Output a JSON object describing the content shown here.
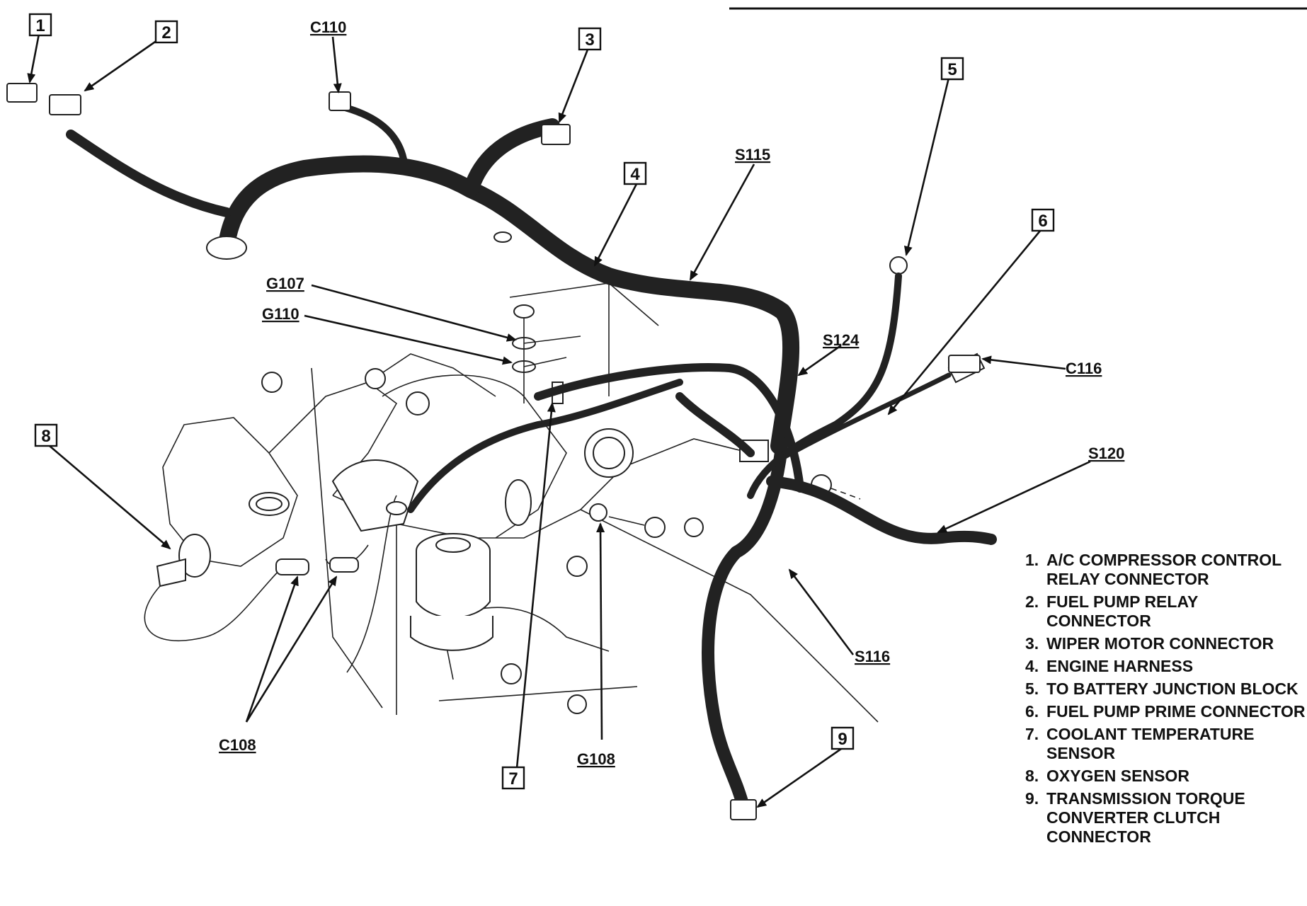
{
  "callouts": [
    "1",
    "2",
    "3",
    "4",
    "5",
    "6",
    "7",
    "8",
    "9"
  ],
  "connector_labels": {
    "c110": "C110",
    "s115": "S115",
    "g107": "G107",
    "g110": "G110",
    "s124": "S124",
    "c116": "C116",
    "s120": "S120",
    "s116": "S116",
    "c108": "C108",
    "g108": "G108"
  },
  "legend": [
    {
      "num": "1.",
      "text": "A/C COMPRESSOR CONTROL RELAY CONNECTOR"
    },
    {
      "num": "2.",
      "text": "FUEL PUMP RELAY CONNECTOR"
    },
    {
      "num": "3.",
      "text": "WIPER MOTOR CONNECTOR"
    },
    {
      "num": "4.",
      "text": "ENGINE HARNESS"
    },
    {
      "num": "5.",
      "text": "TO BATTERY JUNCTION BLOCK"
    },
    {
      "num": "6.",
      "text": "FUEL PUMP PRIME CONNECTOR"
    },
    {
      "num": "7.",
      "text": "COOLANT TEMPERATURE SENSOR"
    },
    {
      "num": "8.",
      "text": "OXYGEN SENSOR"
    },
    {
      "num": "9.",
      "text": "TRANSMISSION TORQUE CONVERTER CLUTCH CONNECTOR"
    }
  ]
}
